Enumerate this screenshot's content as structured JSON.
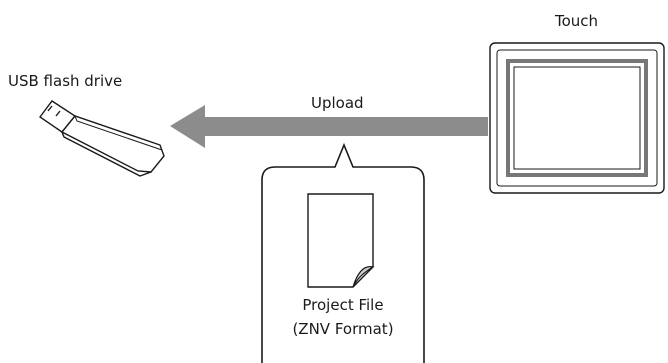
{
  "labels": {
    "usb": "USB flash drive",
    "touch": "Touch",
    "upload": "Upload",
    "file_line1": "Project File",
    "file_line2": "(ZNV Format)"
  },
  "icons": {
    "usb": "usb-flash-drive-icon",
    "touch": "touch-panel-icon",
    "file": "document-icon",
    "arrow": "left-arrow-icon"
  },
  "colors": {
    "arrow": "#8c8c8c",
    "stroke": "#1a1a1a",
    "device_screen_border": "#777777",
    "device_frame": "#ffffff"
  }
}
